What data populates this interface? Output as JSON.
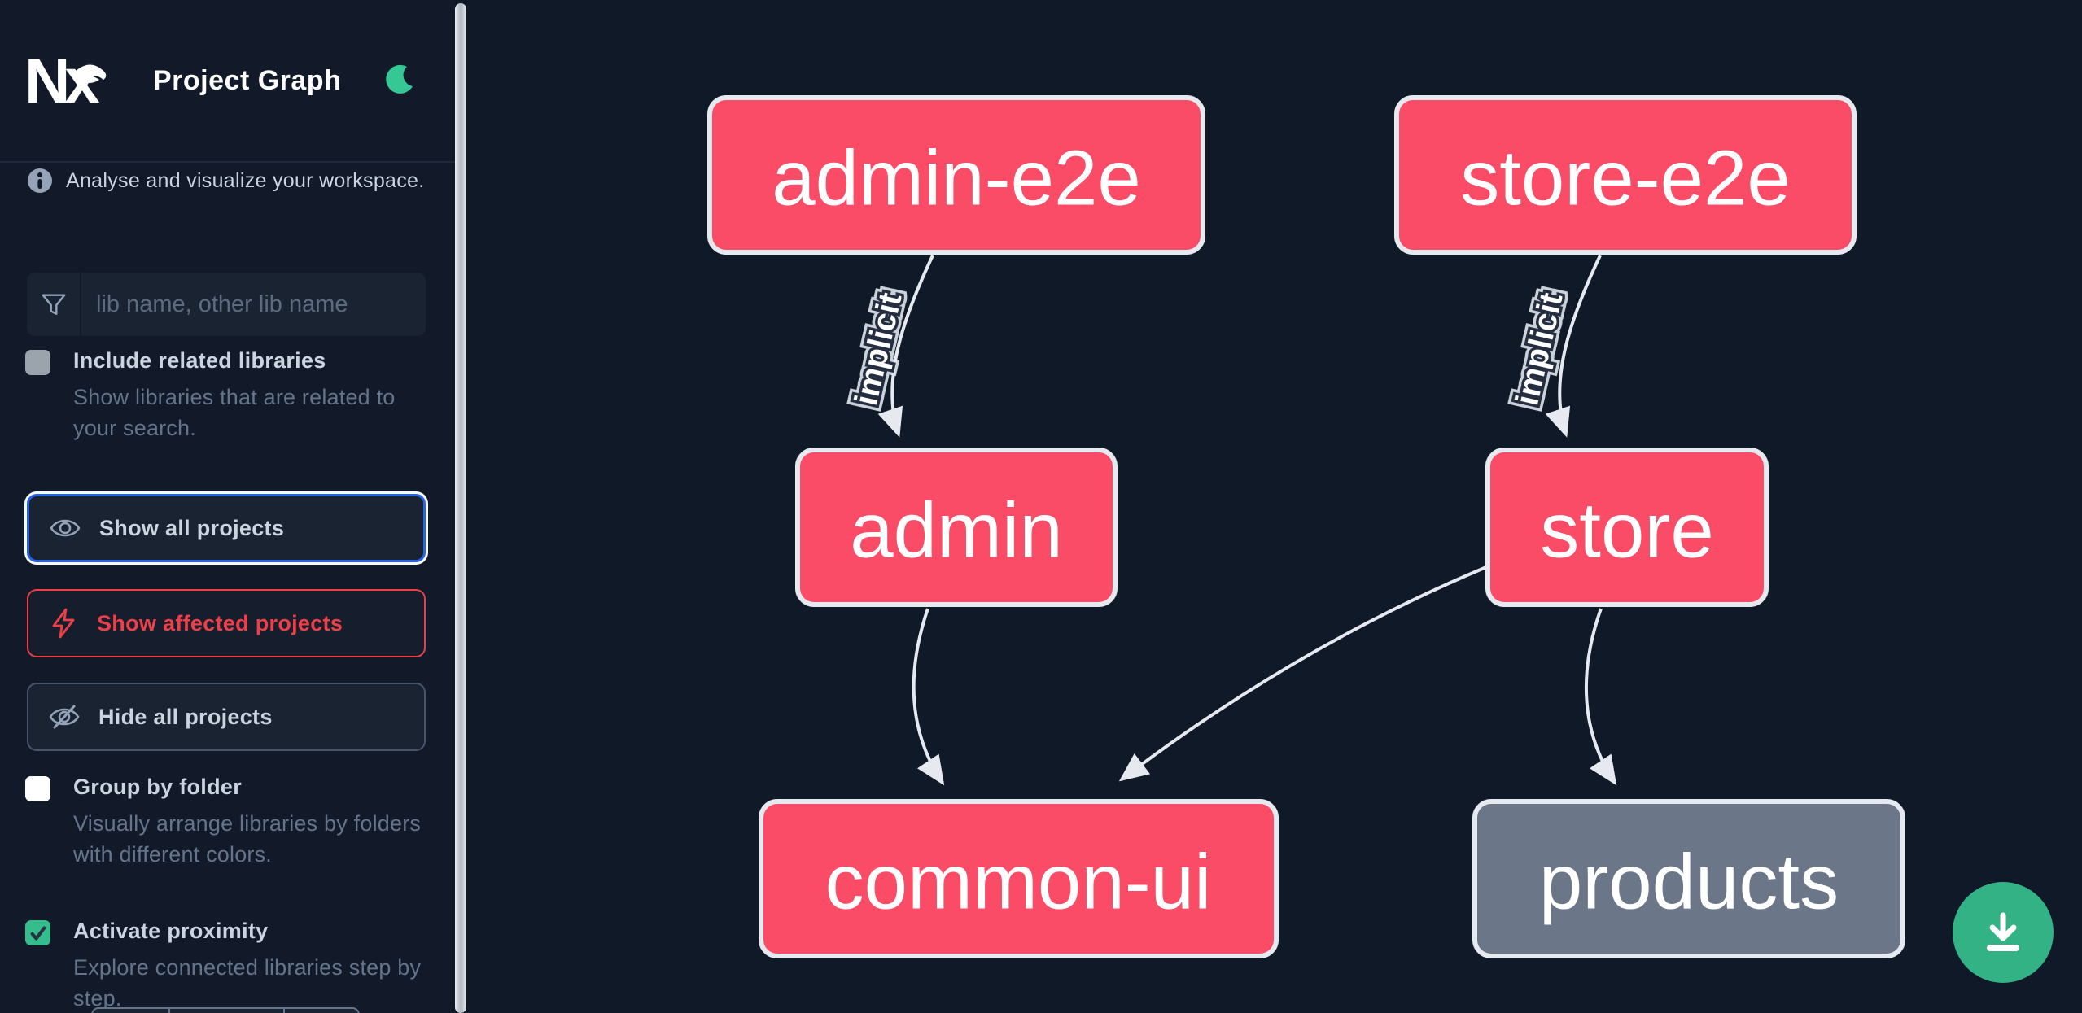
{
  "app": {
    "title": "Project Graph",
    "logo": "Nx"
  },
  "theme": {
    "canvas_bg": "#101928",
    "node_affected": "#fb4c67",
    "node_unaffected": "#6b7689",
    "node_border": "#e6eaf0",
    "edge_color": "#e6eaf0",
    "focus_ring_blue": "#2563eb",
    "danger_red": "#ee3e46",
    "checkbox_green": "#35bd8d",
    "moon_green": "#35c894",
    "fab_green": "#33b286"
  },
  "sidebar": {
    "info_text": "Analyse and visualize your workspace.",
    "search_placeholder": "lib name, other lib name",
    "search_value": "",
    "related": {
      "label": "Include related libraries",
      "description": "Show libraries that are related to your search.",
      "checked": false
    },
    "actions": {
      "show_all": "Show all projects",
      "show_affected": "Show affected projects",
      "hide_all": "Hide all projects"
    },
    "group_folder": {
      "label": "Group by folder",
      "description": "Visually arrange libraries by folders with different colors.",
      "checked": false
    },
    "proximity": {
      "label": "Activate proximity",
      "description": "Explore connected libraries step by step.",
      "checked": true
    }
  },
  "graph": {
    "nodes": [
      {
        "id": "admin-e2e",
        "label": "admin-e2e",
        "kind": "affected"
      },
      {
        "id": "store-e2e",
        "label": "store-e2e",
        "kind": "affected"
      },
      {
        "id": "admin",
        "label": "admin",
        "kind": "affected"
      },
      {
        "id": "store",
        "label": "store",
        "kind": "affected"
      },
      {
        "id": "common-ui",
        "label": "common-ui",
        "kind": "affected"
      },
      {
        "id": "products",
        "label": "products",
        "kind": "unaffected"
      }
    ],
    "edges": [
      {
        "source": "admin-e2e",
        "target": "admin",
        "label": "implicit"
      },
      {
        "source": "store-e2e",
        "target": "store",
        "label": "implicit"
      },
      {
        "source": "admin",
        "target": "common-ui",
        "label": ""
      },
      {
        "source": "store",
        "target": "common-ui",
        "label": ""
      },
      {
        "source": "store",
        "target": "products",
        "label": ""
      }
    ]
  },
  "fab": {
    "action": "download"
  }
}
